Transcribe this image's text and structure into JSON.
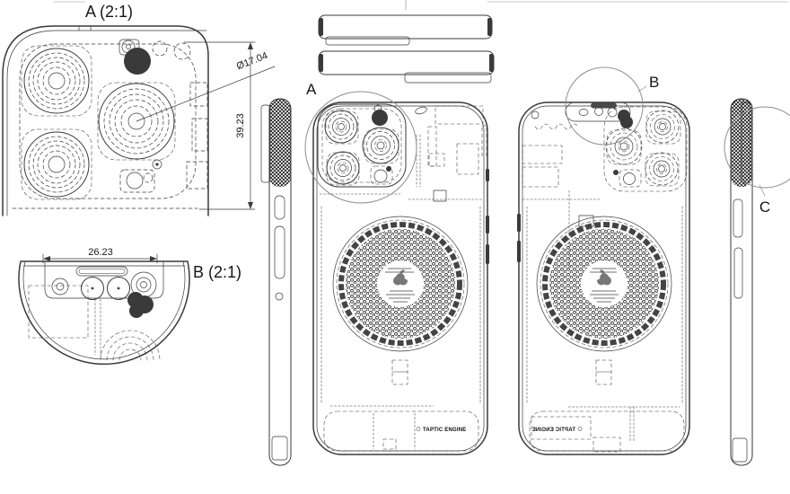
{
  "colors": {
    "line": "#3a3a3a",
    "light": "#8f8f8f",
    "background": "#ffffff"
  },
  "detail_view_a": {
    "title": "A (2:1)",
    "height_dim": "39.23",
    "diameter_dim": "Ø17.04"
  },
  "detail_view_b": {
    "title": "B (2:1)",
    "width_dim": "26.23"
  },
  "callouts": {
    "a": "A",
    "b": "B",
    "c": "C"
  },
  "labels": {
    "taptic_engine": "TAPTIC ENGINE"
  }
}
